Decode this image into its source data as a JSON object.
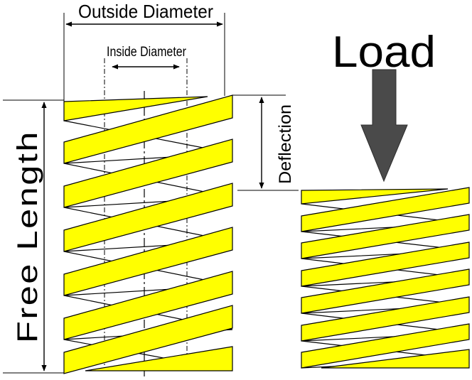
{
  "labels": {
    "outside_diameter": "Outside Diameter",
    "inside_diameter": "Inside Diameter",
    "deflection": "Deflection",
    "free_length": "Free Length",
    "load": "Load"
  },
  "colors": {
    "coil_fill": "#ffff00",
    "outline": "#000000",
    "load_arrow": "#4a4a4a",
    "background": "#ffffff"
  }
}
